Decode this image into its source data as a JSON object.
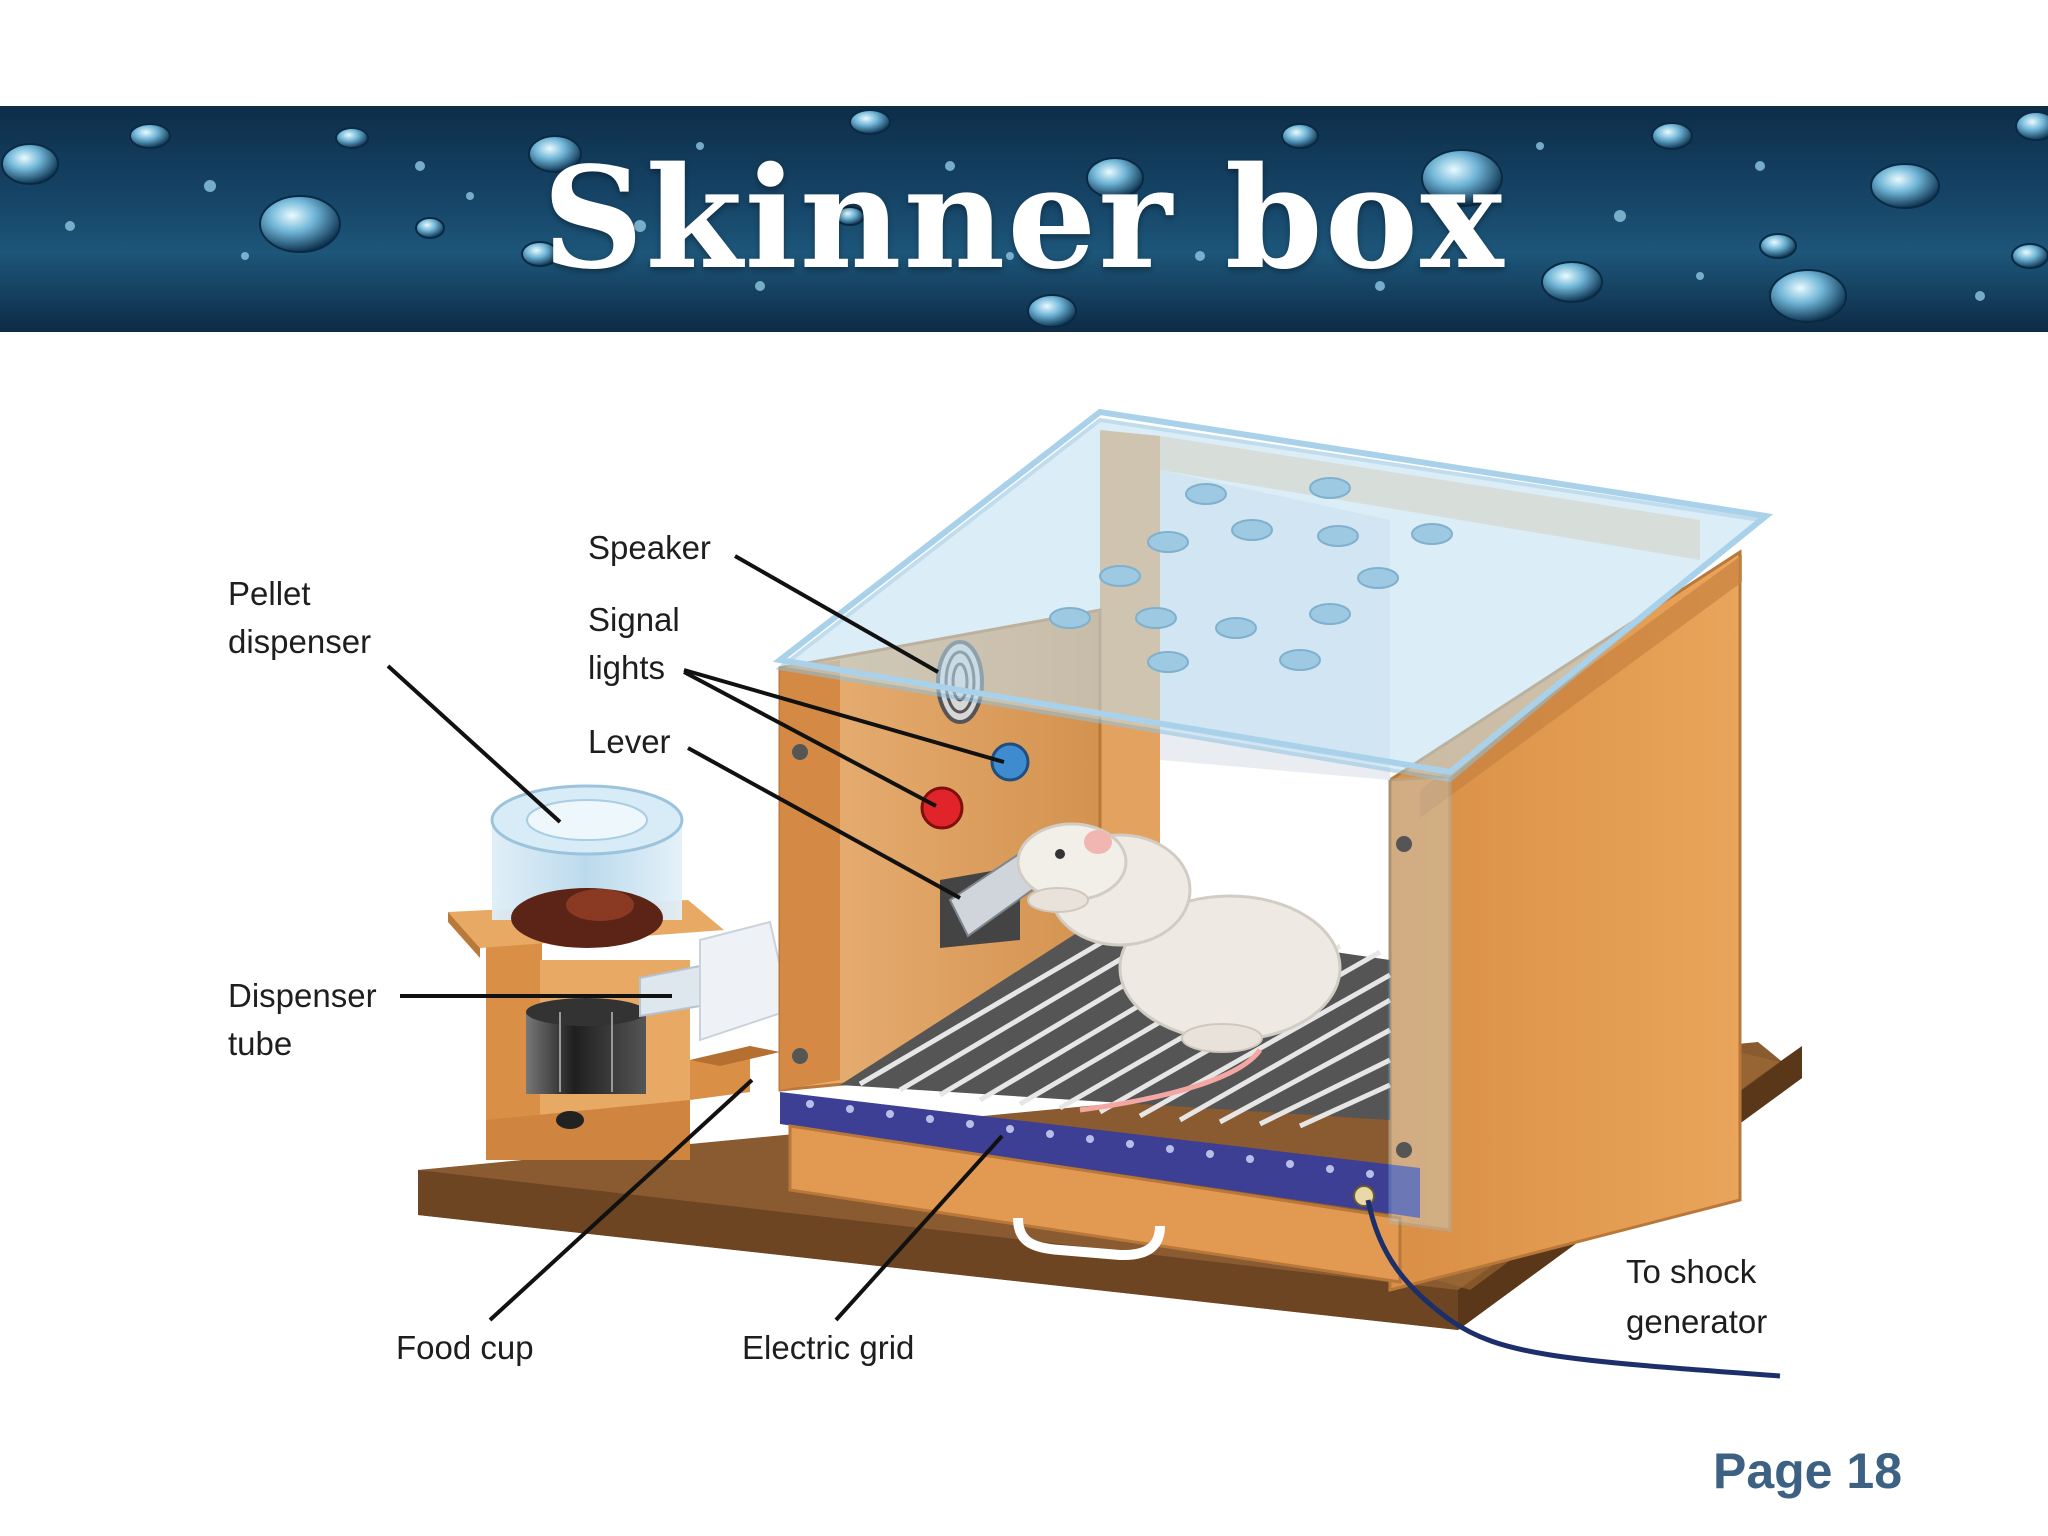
{
  "slide": {
    "title": "Skinner box",
    "page_label": "Page 18",
    "colors": {
      "banner": "#17476a",
      "title_text": "#ffffff",
      "page_label": "#3c6183",
      "box_wood": "#e2a565",
      "base": "#8a5a30",
      "glass": "#bfe0f2",
      "grid_bar": "#4a4fa8",
      "signal_red": "#e0242a",
      "signal_blue": "#3f8bd0"
    }
  },
  "diagram": {
    "labels": {
      "speaker": "Speaker",
      "signal_lights_line1": "Signal",
      "signal_lights_line2": "lights",
      "lever": "Lever",
      "pellet_dispenser_line1": "Pellet",
      "pellet_dispenser_line2": "dispenser",
      "dispenser_tube_line1": "Dispenser",
      "dispenser_tube_line2": "tube",
      "food_cup": "Food cup",
      "electric_grid": "Electric grid",
      "to_shock_line1": "To shock",
      "to_shock_line2": "generator"
    }
  }
}
